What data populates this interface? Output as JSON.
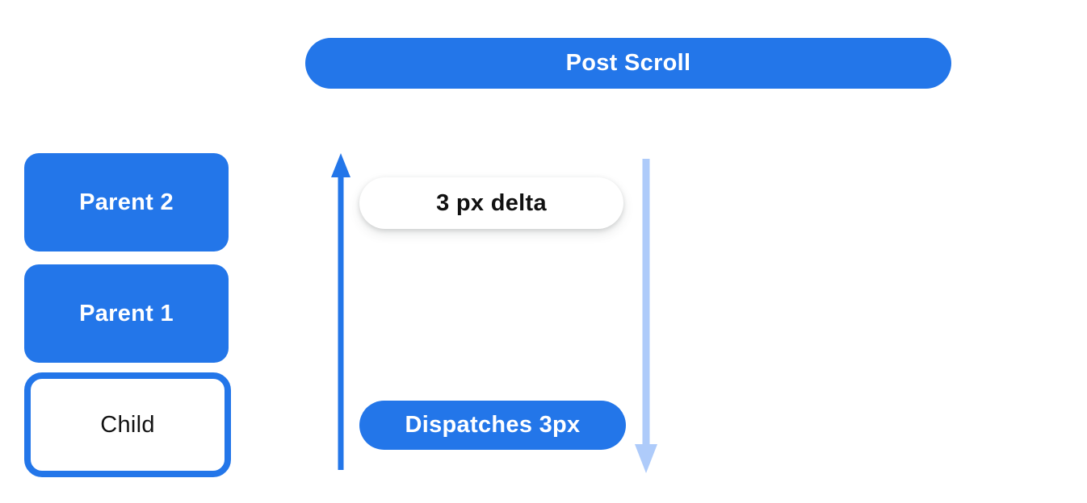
{
  "title_banner": {
    "label": "Post Scroll"
  },
  "stack": {
    "boxes": [
      {
        "label": "Parent 2",
        "type": "parent"
      },
      {
        "label": "Parent 1",
        "type": "parent"
      },
      {
        "label": "Child",
        "type": "child"
      }
    ]
  },
  "flow": {
    "delta_badge_label": "3 px delta",
    "dispatch_badge_label": "Dispatches 3px"
  },
  "colors": {
    "primary_blue": "#2376E9",
    "light_blue": "#AECBFA",
    "badge_white": "#FFFFFF",
    "text_on_blue": "#FFFFFF",
    "text_dark": "#111111"
  }
}
